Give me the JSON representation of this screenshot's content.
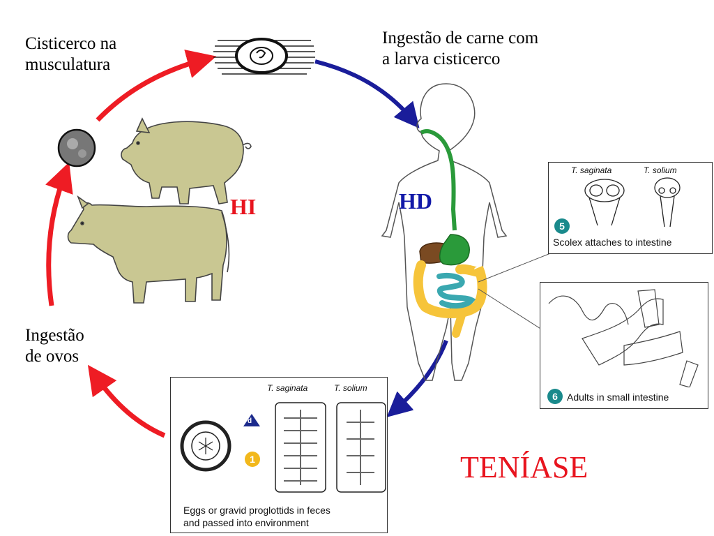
{
  "labels": {
    "cysticercus_muscle_line1": "Cisticerco na",
    "cysticercus_muscle_line2": "musculatura",
    "meat_ingestion_line1": "Ingestão de carne com",
    "meat_ingestion_line2": "a larva  cisticerco",
    "egg_ingestion_line1": "Ingestão",
    "egg_ingestion_line2": "de ovos",
    "intermediate_host": "HI",
    "definitive_host": "HD",
    "disease_title": "TENÍASE"
  },
  "boxes": {
    "scolex": {
      "species_1": "T. saginata",
      "species_2": "T. solium",
      "step": "5",
      "caption": "Scolex attaches to intestine"
    },
    "adults": {
      "step": "6",
      "caption": "Adults in small intestine"
    },
    "eggs": {
      "species_1": "T. saginata",
      "species_2": "T. solium",
      "step_d": "d",
      "step_1": "1",
      "caption_line1": "Eggs or gravid proglottids in feces",
      "caption_line2": "and passed into environment"
    }
  },
  "colors": {
    "red_arrow": "#ee1c24",
    "blue_arrow": "#1a1d9a",
    "step_teal": "#1a8a8c",
    "step_gold": "#f2b81c",
    "step_navy": "#1b2a8c",
    "animal_fill": "#c9c792",
    "esophagus": "#2a9a3a",
    "liver": "#7a4a22",
    "small_intestine": "#3aa8b0",
    "large_intestine": "#f6c43a"
  }
}
